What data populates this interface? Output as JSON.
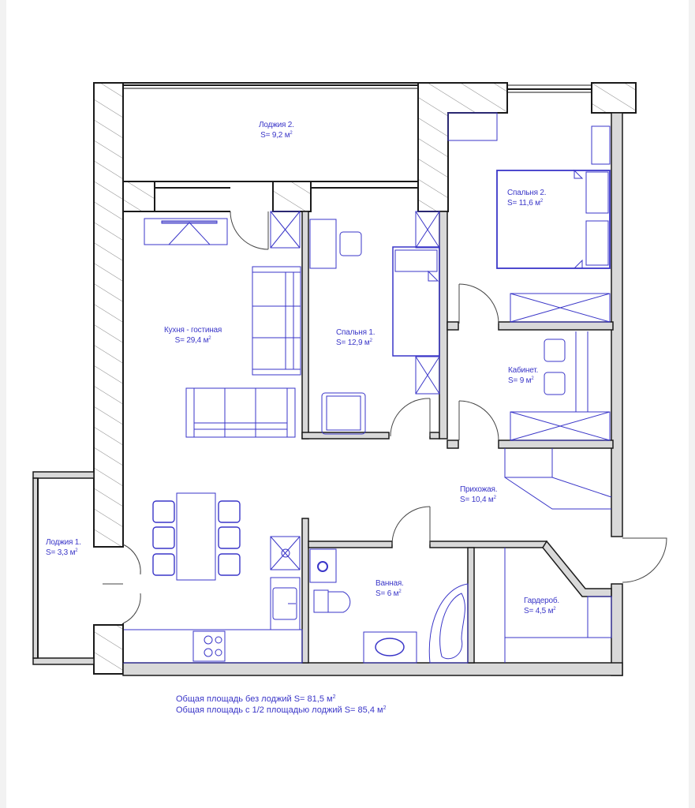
{
  "plan": {
    "unit": "м",
    "rooms": [
      {
        "id": "loggia-2",
        "name": "Лоджия 2.",
        "area_label": "S= 9,2 м",
        "area": 9.2
      },
      {
        "id": "bedroom-2",
        "name": "Спальня 2.",
        "area_label": "S= 11,6 м",
        "area": 11.6
      },
      {
        "id": "kitchen-living",
        "name": "Кухня - гостиная",
        "area_label": "S= 29,4 м",
        "area": 29.4
      },
      {
        "id": "bedroom-1",
        "name": "Спальня 1.",
        "area_label": "S= 12,9 м",
        "area": 12.9
      },
      {
        "id": "study",
        "name": "Кабинет.",
        "area_label": "S= 9 м",
        "area": 9
      },
      {
        "id": "hallway",
        "name": "Прихожая.",
        "area_label": "S= 10,4 м",
        "area": 10.4
      },
      {
        "id": "loggia-1",
        "name": "Лоджия 1.",
        "area_label": "S= 3,3 м",
        "area": 3.3
      },
      {
        "id": "bathroom",
        "name": "Ванная.",
        "area_label": "S= 6 м",
        "area": 6
      },
      {
        "id": "wardrobe",
        "name": "Гардероб.",
        "area_label": "S= 4,5 м",
        "area": 4.5
      }
    ],
    "totals": {
      "without_loggias": "Общая площадь без лоджий S= 81,5 м",
      "with_half_loggias": "Общая площадь с 1/2 площадью лоджий S= 85,4 м"
    },
    "sup": "2",
    "colors": {
      "furniture": "#3a36c8",
      "wall_fill": "#d9d9d9",
      "wall_stroke": "#1a1a1a",
      "hatch": "#555555"
    }
  }
}
